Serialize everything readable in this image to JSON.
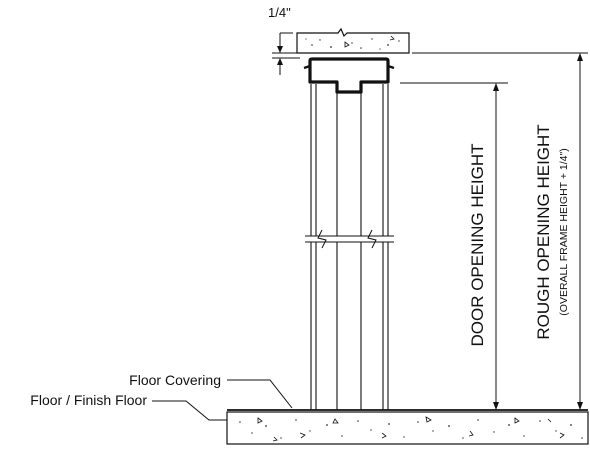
{
  "labels": {
    "gap_dimension": "1/4\"",
    "door_opening_height": "DOOR OPENING HEIGHT",
    "rough_opening_height": "ROUGH OPENING HEIGHT",
    "rough_opening_note": "(OVERALL FRAME HEIGHT + 1/4\")",
    "floor_covering": "Floor Covering",
    "floor_finish_floor": "Floor / Finish Floor"
  }
}
